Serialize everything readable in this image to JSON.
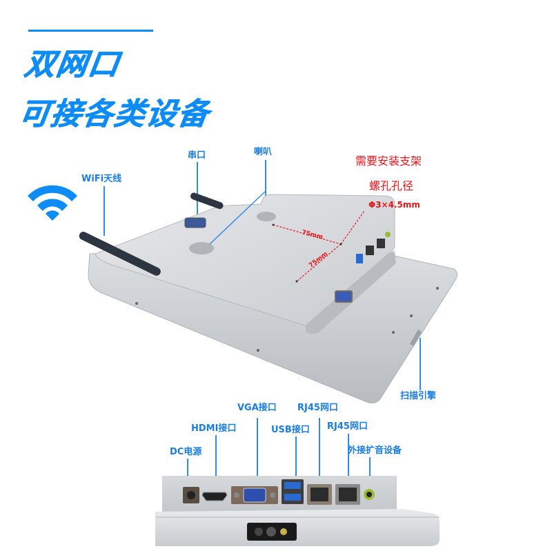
{
  "header": {
    "title_line1": "双网口",
    "title_line2": "可接各类设备",
    "accent_color": "#0d8cf5"
  },
  "top_view_labels": {
    "wifi_antenna": "WiFi天线",
    "serial_port": "串口",
    "speaker": "喇叭",
    "scan_engine": "扫描引擎"
  },
  "mounting_note": {
    "line1": "需要安装支架",
    "line2": "螺孔孔径",
    "hole_size": "Φ3×4.5mm",
    "spacing_h": "75mm",
    "spacing_v": "75mm",
    "color": "#e8141a"
  },
  "port_labels": {
    "dc_power": "DC电源",
    "hdmi": "HDMI接口",
    "vga": "VGA接口",
    "usb": "USB接口",
    "rj45_1": "RJ45网口",
    "rj45_2": "RJ45网口",
    "audio": "外接扩音设备"
  },
  "icons": {
    "wifi": "wifi-icon"
  }
}
